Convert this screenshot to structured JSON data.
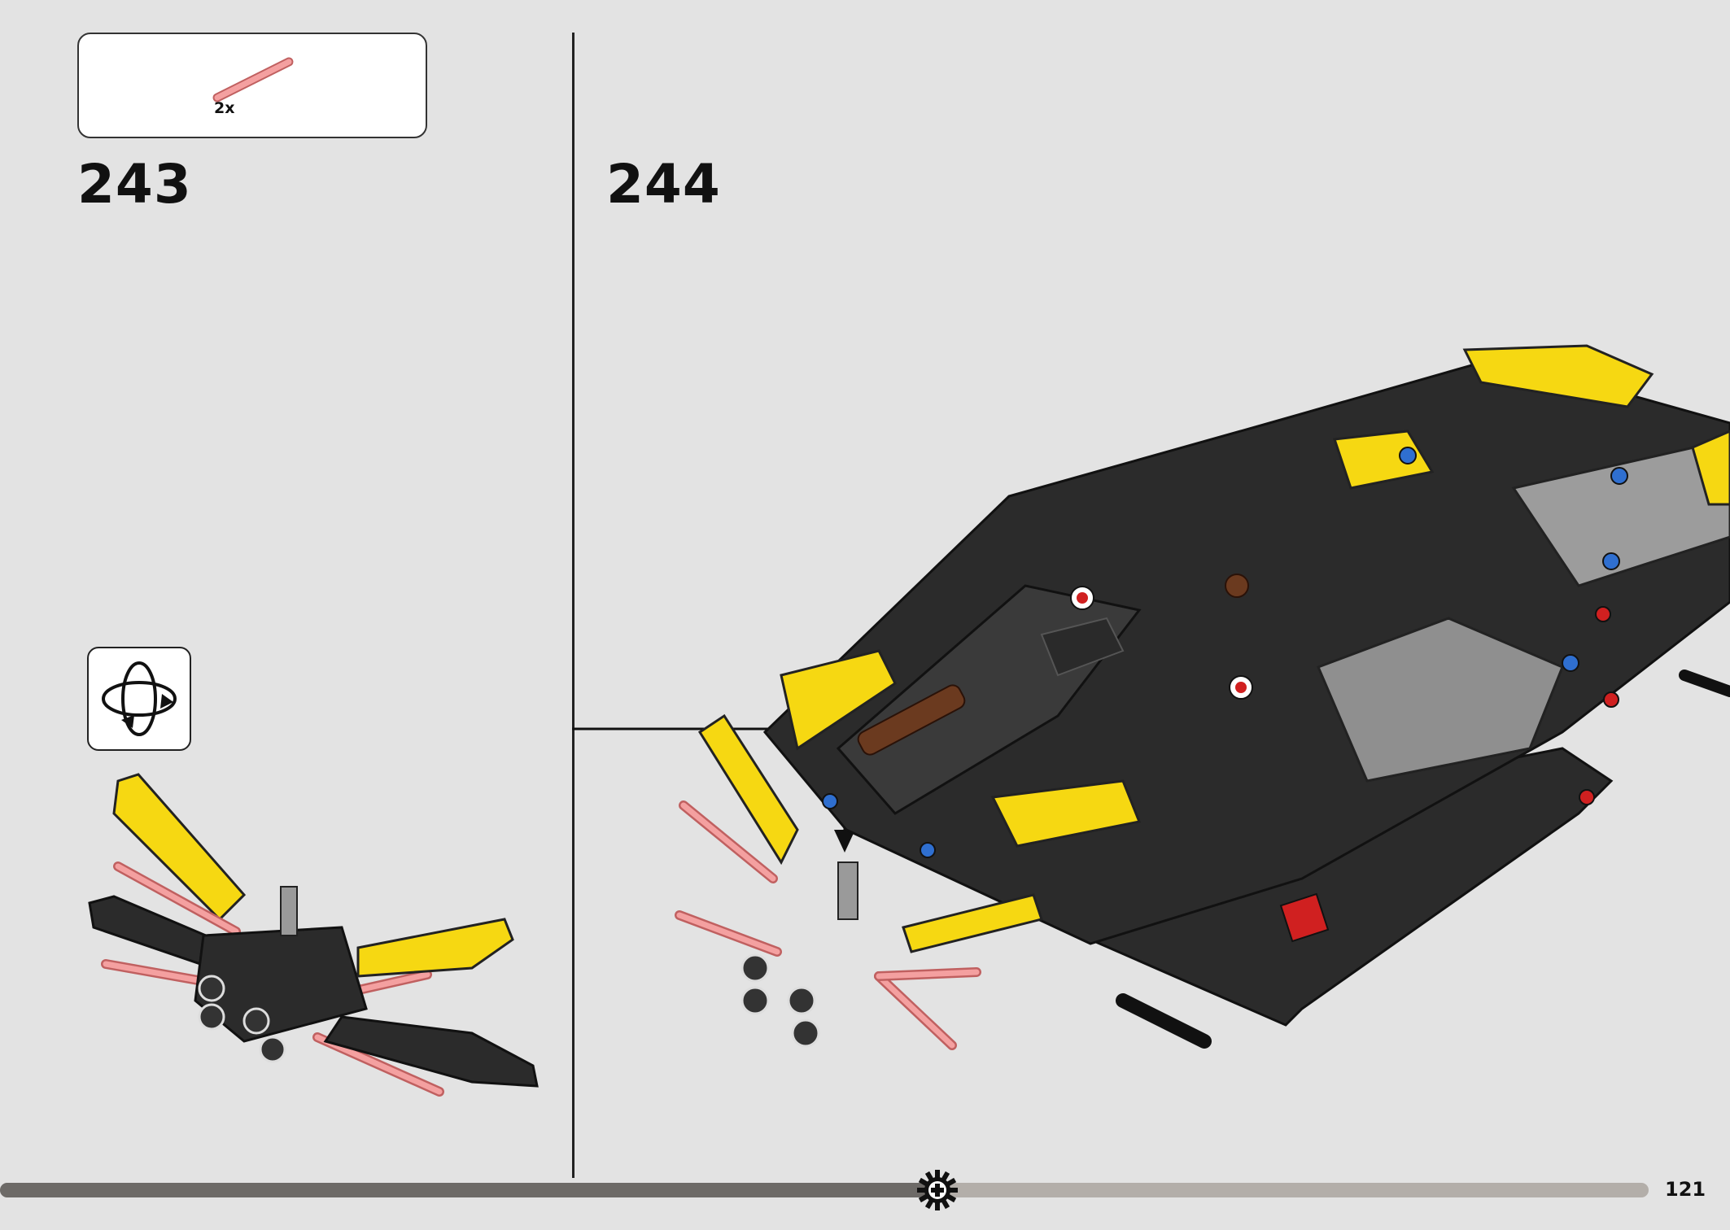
{
  "parts": {
    "count_label": "2x",
    "color": "#f08c8c"
  },
  "steps": [
    {
      "number": "243"
    },
    {
      "number": "244"
    }
  ],
  "page": {
    "number": "121"
  },
  "progress": {
    "fraction": 0.5685
  },
  "icons": {
    "rotate": "rotate-model-icon",
    "gear": "progress-gear-icon"
  },
  "colors": {
    "background": "#e3e3e3",
    "yellow": "#f6d812",
    "black": "#2b2b2b",
    "axle_pink": "#f08c8c",
    "blue": "#2f6fd0",
    "red": "#d02020",
    "brown": "#6b3a1f"
  }
}
